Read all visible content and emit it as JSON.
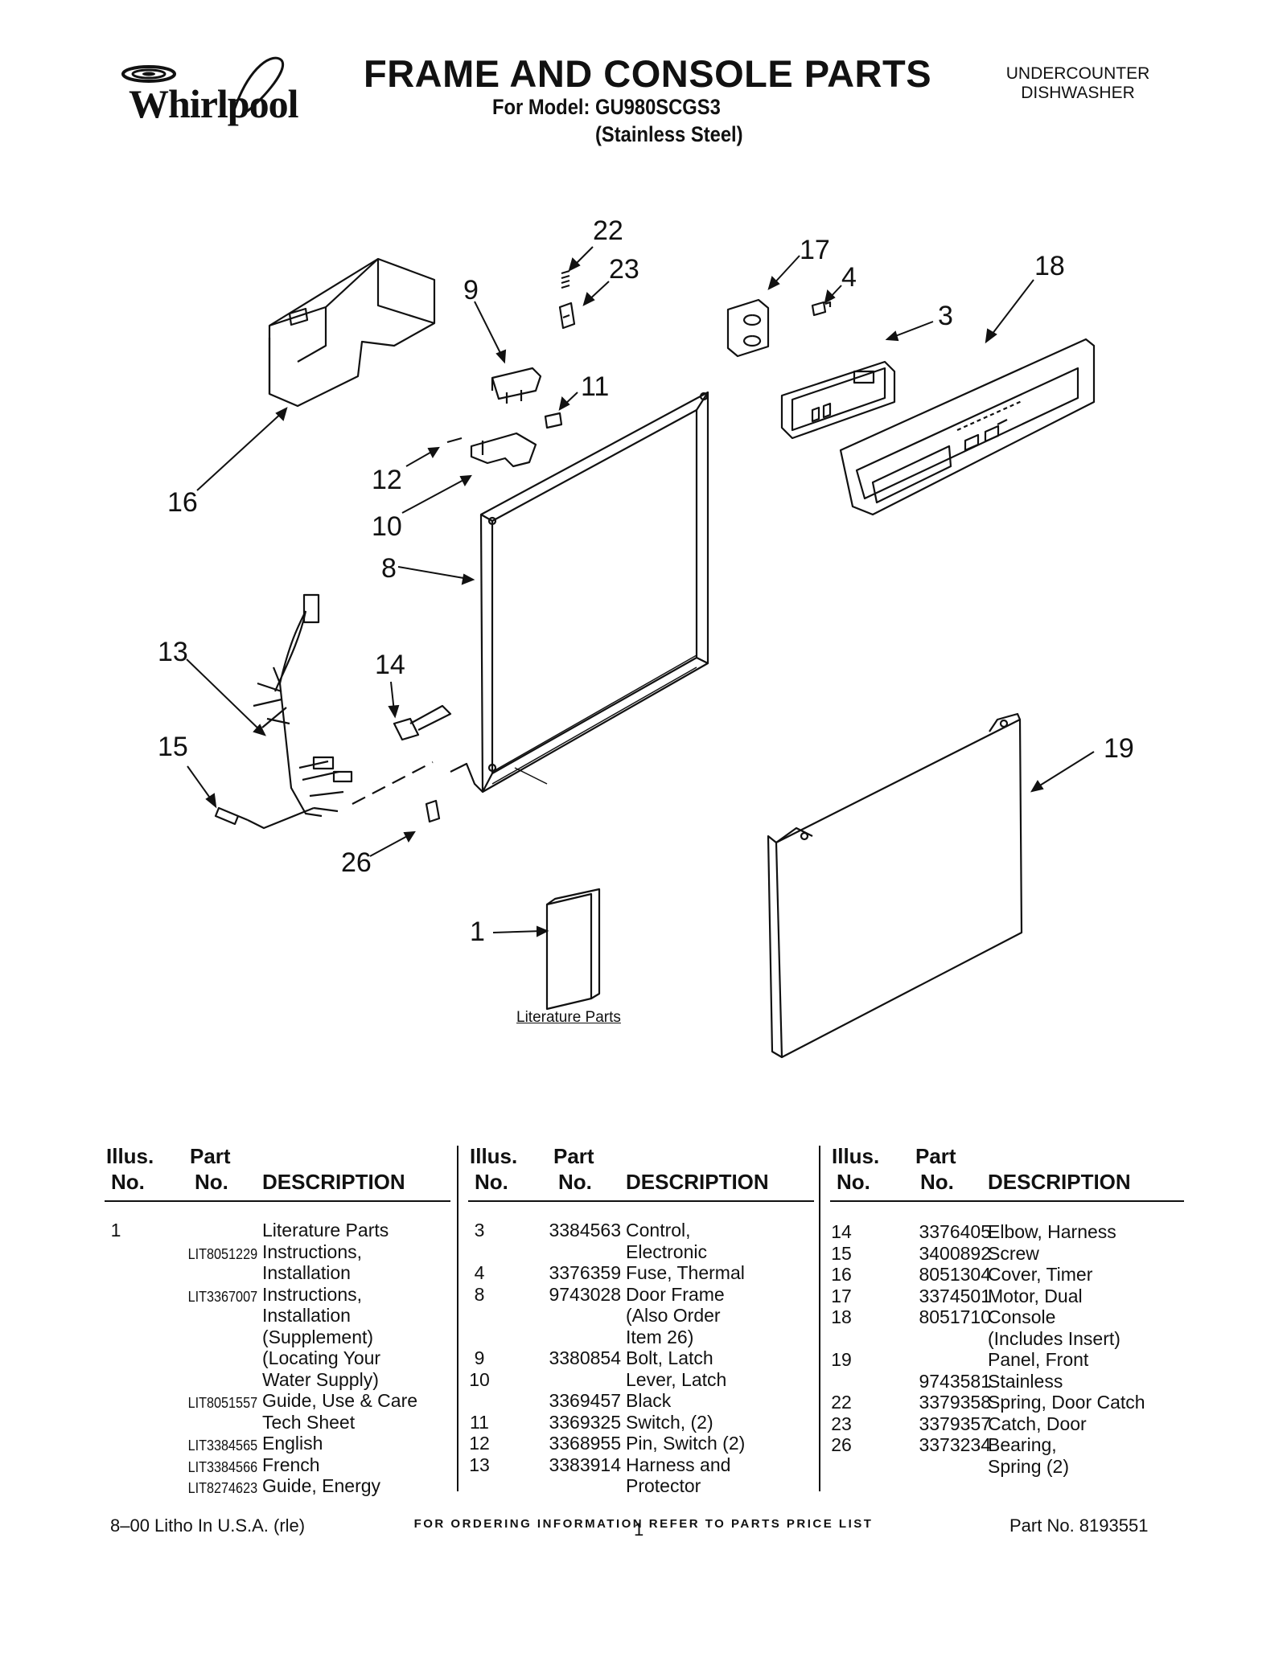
{
  "header": {
    "brand": "Whirlpool",
    "title": "FRAME AND CONSOLE PARTS",
    "model": "For Model: GU980SCGS3",
    "material": "(Stainless Steel)",
    "category_line1": "UNDERCOUNTER",
    "category_line2": "DISHWASHER"
  },
  "diagram": {
    "callouts": [
      "22",
      "23",
      "17",
      "4",
      "18",
      "9",
      "3",
      "11",
      "16",
      "12",
      "10",
      "8",
      "13",
      "14",
      "15",
      "19",
      "26",
      "1"
    ],
    "literature_caption": "Literature Parts"
  },
  "parts_table": {
    "headers": {
      "illus_line1": "Illus.",
      "illus_line2": "No.",
      "part_line1": "Part",
      "part_line2": "No.",
      "description": "DESCRIPTION"
    },
    "columns": [
      [
        {
          "illus": "1",
          "part": "",
          "desc": "Literature Parts"
        },
        {
          "illus": "",
          "part": "LIT8051229",
          "desc": "Instructions,"
        },
        {
          "illus": "",
          "part": "",
          "desc": "Installation"
        },
        {
          "illus": "",
          "part": "LIT3367007",
          "desc": "Instructions,"
        },
        {
          "illus": "",
          "part": "",
          "desc": "Installation"
        },
        {
          "illus": "",
          "part": "",
          "desc": "(Supplement)"
        },
        {
          "illus": "",
          "part": "",
          "desc": "(Locating Your"
        },
        {
          "illus": "",
          "part": "",
          "desc": "Water Supply)"
        },
        {
          "illus": "",
          "part": "LIT8051557",
          "desc": "Guide, Use & Care"
        },
        {
          "illus": "",
          "part": "",
          "desc": "Tech Sheet"
        },
        {
          "illus": "",
          "part": "LIT3384565",
          "desc": "English"
        },
        {
          "illus": "",
          "part": "LIT3384566",
          "desc": "French"
        },
        {
          "illus": "",
          "part": "LIT8274623",
          "desc": "Guide, Energy"
        }
      ],
      [
        {
          "illus": "3",
          "part": "3384563",
          "desc": "Control,"
        },
        {
          "illus": "",
          "part": "",
          "desc": "Electronic"
        },
        {
          "illus": "4",
          "part": "3376359",
          "desc": "Fuse, Thermal"
        },
        {
          "illus": "8",
          "part": "9743028",
          "desc": "Door Frame"
        },
        {
          "illus": "",
          "part": "",
          "desc": "(Also Order"
        },
        {
          "illus": "",
          "part": "",
          "desc": "Item 26)"
        },
        {
          "illus": "9",
          "part": "3380854",
          "desc": "Bolt, Latch"
        },
        {
          "illus": "10",
          "part": "",
          "desc": "Lever, Latch"
        },
        {
          "illus": "",
          "part": "3369457",
          "desc": "Black"
        },
        {
          "illus": "11",
          "part": "3369325",
          "desc": "Switch, (2)"
        },
        {
          "illus": "12",
          "part": "3368955",
          "desc": "Pin, Switch (2)"
        },
        {
          "illus": "13",
          "part": "3383914",
          "desc": "Harness and"
        },
        {
          "illus": "",
          "part": "",
          "desc": "Protector"
        }
      ],
      [
        {
          "illus": "14",
          "part": "3376405",
          "desc": "Elbow, Harness"
        },
        {
          "illus": "15",
          "part": "3400892",
          "desc": "Screw"
        },
        {
          "illus": "16",
          "part": "8051304",
          "desc": "Cover, Timer"
        },
        {
          "illus": "17",
          "part": "3374501",
          "desc": "Motor, Dual"
        },
        {
          "illus": "18",
          "part": "8051710",
          "desc": "Console"
        },
        {
          "illus": "",
          "part": "",
          "desc": "(Includes Insert)"
        },
        {
          "illus": "19",
          "part": "",
          "desc": "Panel, Front"
        },
        {
          "illus": "",
          "part": "9743581",
          "desc": "Stainless"
        },
        {
          "illus": "22",
          "part": "3379358",
          "desc": "Spring, Door Catch"
        },
        {
          "illus": "23",
          "part": "3379357",
          "desc": "Catch, Door"
        },
        {
          "illus": "26",
          "part": "3373234",
          "desc": "Bearing,"
        },
        {
          "illus": "",
          "part": "",
          "desc": "Spring (2)"
        }
      ]
    ]
  },
  "footer": {
    "ordering_note": "FOR ORDERING INFORMATION REFER TO PARTS PRICE LIST",
    "litho": "8–00 Litho In U.S.A. (rle)",
    "page": "1",
    "part_no": "Part No. 8193551"
  }
}
